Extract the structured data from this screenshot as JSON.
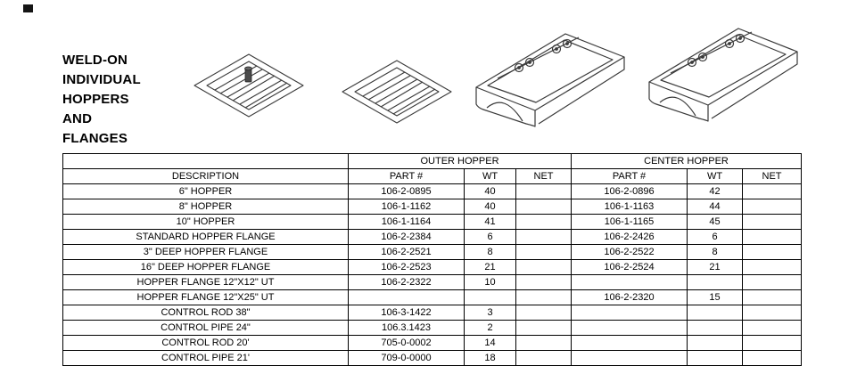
{
  "page": {
    "title_lines": [
      "WELD-ON",
      "INDIVIDUAL",
      "HOPPERS",
      "AND",
      "FLANGES"
    ]
  },
  "drawings": [
    "weld-on-flange-isometric-with-pin",
    "weld-on-flange-isometric",
    "outer-hopper-isometric",
    "center-hopper-isometric"
  ],
  "table": {
    "group_headers": {
      "outer": "OUTER HOPPER",
      "center": "CENTER HOPPER"
    },
    "col_description": "DESCRIPTION",
    "col_part": "PART #",
    "col_wt": "WT",
    "col_net": "NET",
    "rows": [
      {
        "desc": "6\" HOPPER",
        "o_part": "106-2-0895",
        "o_wt": "40",
        "o_net": "",
        "c_part": "106-2-0896",
        "c_wt": "42",
        "c_net": ""
      },
      {
        "desc": "8\" HOPPER",
        "o_part": "106-1-1162",
        "o_wt": "40",
        "o_net": "",
        "c_part": "106-1-1163",
        "c_wt": "44",
        "c_net": ""
      },
      {
        "desc": "10\" HOPPER",
        "o_part": "106-1-1164",
        "o_wt": "41",
        "o_net": "",
        "c_part": "106-1-1165",
        "c_wt": "45",
        "c_net": ""
      },
      {
        "desc": "STANDARD HOPPER FLANGE",
        "o_part": "106-2-2384",
        "o_wt": "6",
        "o_net": "",
        "c_part": "106-2-2426",
        "c_wt": "6",
        "c_net": ""
      },
      {
        "desc": "3\" DEEP HOPPER FLANGE",
        "o_part": "106-2-2521",
        "o_wt": "8",
        "o_net": "",
        "c_part": "106-2-2522",
        "c_wt": "8",
        "c_net": ""
      },
      {
        "desc": "16\" DEEP HOPPER FLANGE",
        "o_part": "106-2-2523",
        "o_wt": "21",
        "o_net": "",
        "c_part": "106-2-2524",
        "c_wt": "21",
        "c_net": ""
      },
      {
        "desc": "HOPPER FLANGE 12\"X12\" UT",
        "o_part": "106-2-2322",
        "o_wt": "10",
        "o_net": "",
        "c_part": "",
        "c_wt": "",
        "c_net": ""
      },
      {
        "desc": "HOPPER FLANGE 12\"X25\" UT",
        "o_part": "",
        "o_wt": "",
        "o_net": "",
        "c_part": "106-2-2320",
        "c_wt": "15",
        "c_net": ""
      },
      {
        "desc": "CONTROL ROD 38\"",
        "o_part": "106-3-1422",
        "o_wt": "3",
        "o_net": "",
        "c_part": "",
        "c_wt": "",
        "c_net": ""
      },
      {
        "desc": "CONTROL PIPE 24\"",
        "o_part": "106.3.1423",
        "o_wt": "2",
        "o_net": "",
        "c_part": "",
        "c_wt": "",
        "c_net": ""
      },
      {
        "desc": "CONTROL ROD 20'",
        "o_part": "705-0-0002",
        "o_wt": "14",
        "o_net": "",
        "c_part": "",
        "c_wt": "",
        "c_net": ""
      },
      {
        "desc": "CONTROL PIPE 21'",
        "o_part": "709-0-0000",
        "o_wt": "18",
        "o_net": "",
        "c_part": "",
        "c_wt": "",
        "c_net": ""
      }
    ]
  }
}
